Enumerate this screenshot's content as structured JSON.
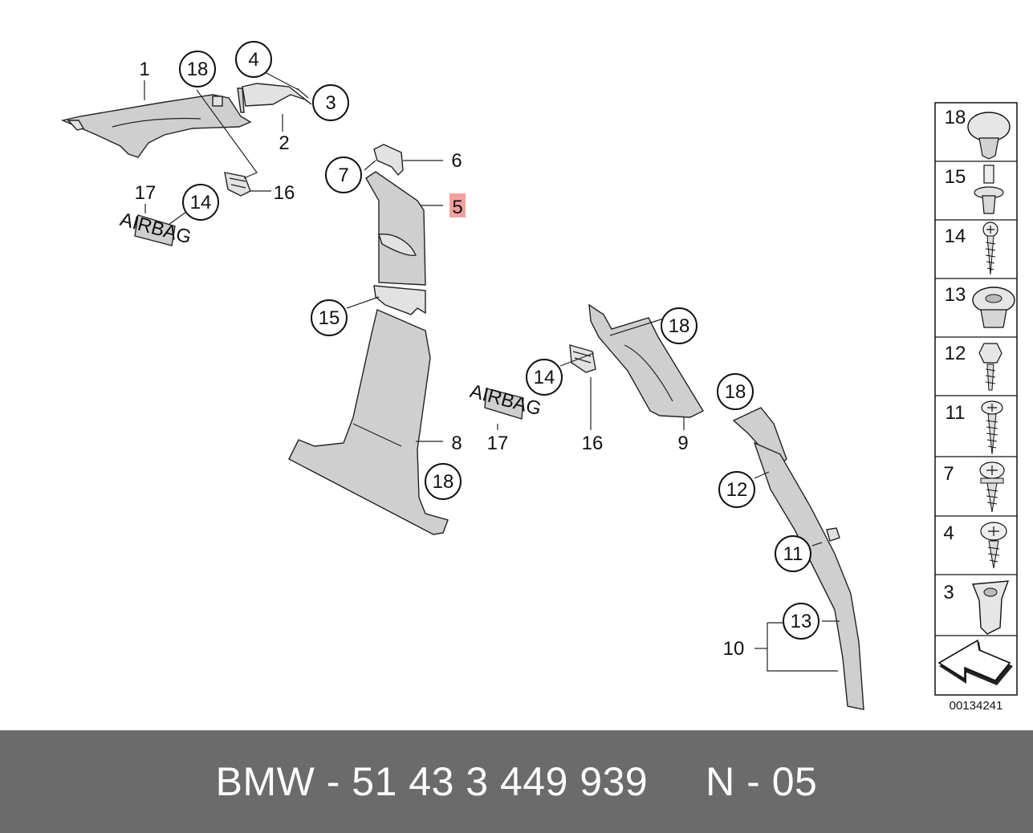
{
  "diagram": {
    "part_labels": [
      "1",
      "2",
      "3",
      "4",
      "5",
      "6",
      "7",
      "8",
      "9",
      "10",
      "11",
      "12",
      "13",
      "14",
      "15",
      "16",
      "17",
      "18"
    ],
    "highlighted_label": "5",
    "highlight_color": "#f4a0a0",
    "airbag_text": "AIRBAG",
    "side_panel": {
      "items": [
        "18",
        "15",
        "14",
        "13",
        "12",
        "11",
        "7",
        "4",
        "3"
      ],
      "catalog_number": "00134241"
    }
  },
  "footer": {
    "text": "BMW - 51 43 3 449 939     N - 05",
    "background": "#6b6b6b"
  }
}
